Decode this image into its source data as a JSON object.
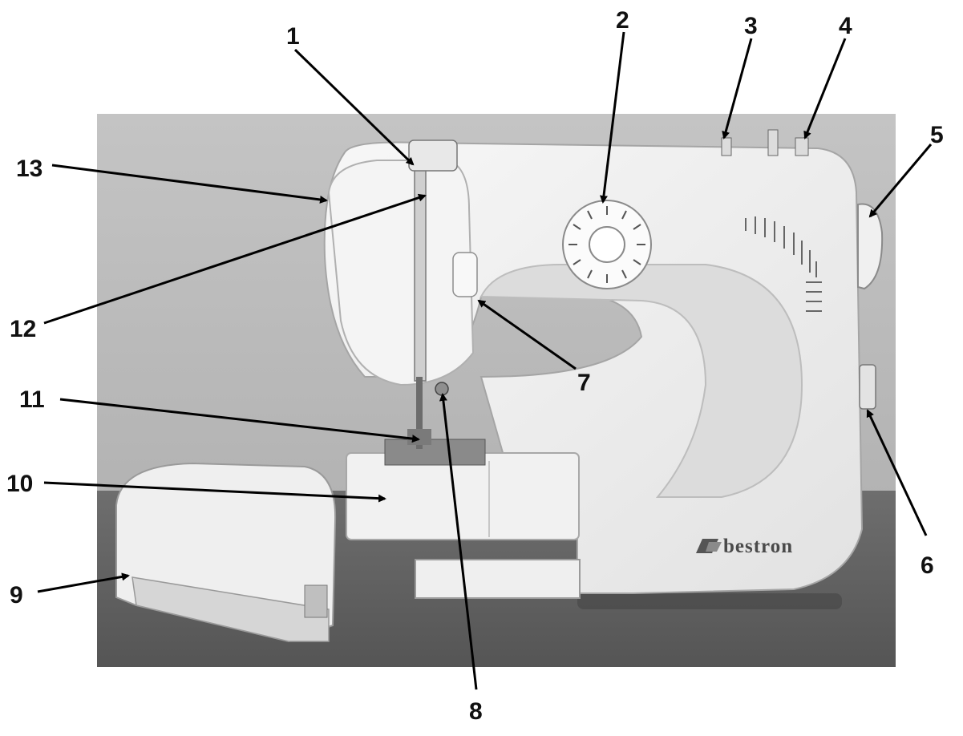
{
  "callouts": [
    {
      "id": "1",
      "number": "1"
    },
    {
      "id": "2",
      "number": "2"
    },
    {
      "id": "3",
      "number": "3"
    },
    {
      "id": "4",
      "number": "4"
    },
    {
      "id": "5",
      "number": "5"
    },
    {
      "id": "6",
      "number": "6"
    },
    {
      "id": "7",
      "number": "7"
    },
    {
      "id": "8",
      "number": "8"
    },
    {
      "id": "9",
      "number": "9"
    },
    {
      "id": "10",
      "number": "10"
    },
    {
      "id": "11",
      "number": "11"
    },
    {
      "id": "12",
      "number": "12"
    },
    {
      "id": "13",
      "number": "13"
    }
  ],
  "machine": {
    "brand_logo": "bestron"
  },
  "colors": {
    "photo_background": "#b9b9b9",
    "table_surface": "#5e5e5e",
    "machine_body": "#ececec",
    "leader_lines": "#000000"
  }
}
